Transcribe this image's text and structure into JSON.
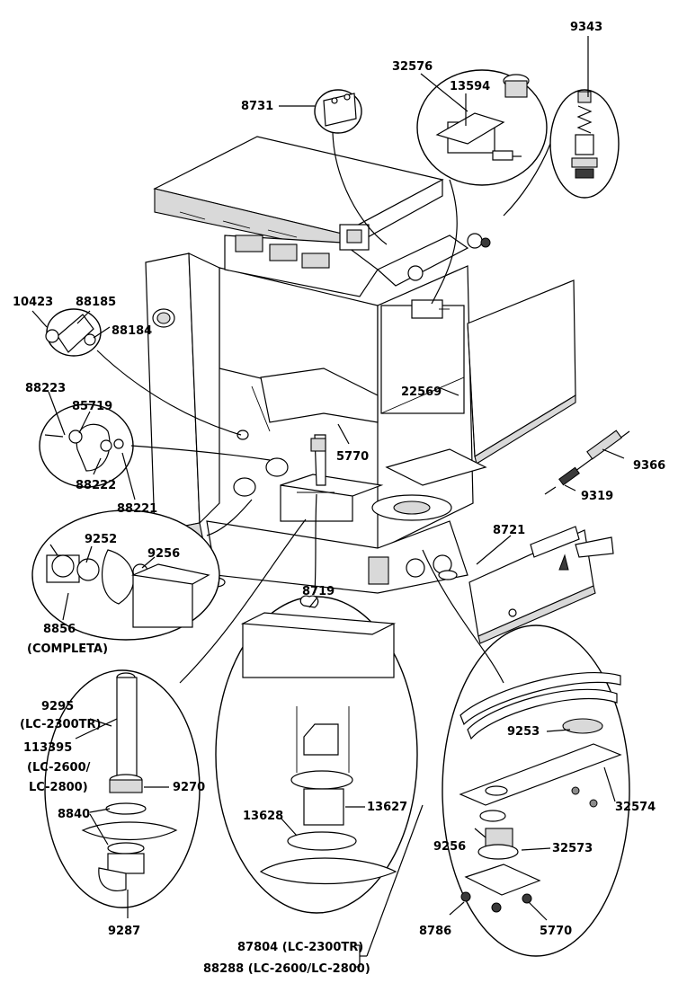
{
  "parts": {
    "p9343": "9343",
    "p32576": "32576",
    "p13594": "13594",
    "p8731": "8731",
    "p10423": "10423",
    "p88185": "88185",
    "p88184": "88184",
    "p88223": "88223",
    "p85719": "85719",
    "p88222": "88222",
    "p88221": "88221",
    "p22569": "22569",
    "p5770_top": "5770",
    "p9366": "9366",
    "p9319": "9319",
    "p8721": "8721",
    "p9252": "9252",
    "p9256_left": "9256",
    "p8856": "8856",
    "p8856_note": "(COMPLETA)",
    "p8719": "8719",
    "p9295": "9295",
    "p9295_note": "(LC-2300TR)",
    "p113395": "113395",
    "p113395_note1": "(LC-2600/",
    "p113395_note2": "LC-2800)",
    "p9270": "9270",
    "p8840": "8840",
    "p9287": "9287",
    "p13628": "13628",
    "p13627": "13627",
    "p9253": "9253",
    "p32574": "32574",
    "p9256_right": "9256",
    "p32573": "32573",
    "p8786": "8786",
    "p5770_bottom": "5770",
    "p87804": "87804 (LC-2300TR)",
    "p88288": "88288 (LC-2600/LC-2800)"
  }
}
